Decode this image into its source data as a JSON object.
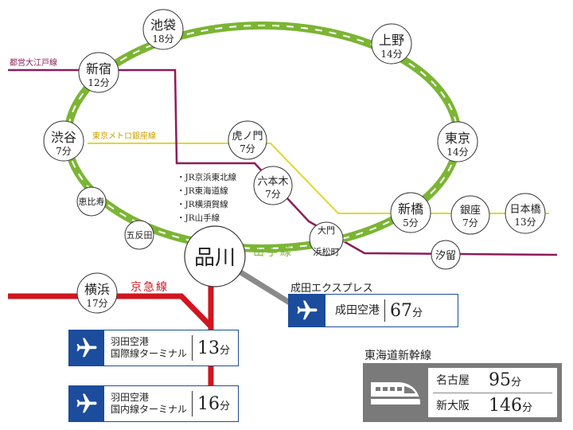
{
  "stations": {
    "ikebukuro": {
      "name": "池袋",
      "time": "18分"
    },
    "ueno": {
      "name": "上野",
      "time": "14分"
    },
    "shinjuku": {
      "name": "新宿",
      "time": "12分"
    },
    "shibuya": {
      "name": "渋谷",
      "time": "7分"
    },
    "tokyo": {
      "name": "東京",
      "time": "14分"
    },
    "toranomon": {
      "name": "虎ノ門",
      "time": "7分"
    },
    "roppongi": {
      "name": "六本木",
      "time": "7分"
    },
    "shimbashi": {
      "name": "新橋",
      "time": "5分"
    },
    "ginza": {
      "name": "銀座",
      "time": "7分"
    },
    "nihombashi": {
      "name": "日本橋",
      "time": "13分"
    },
    "ebisu": {
      "name": "恵比寿"
    },
    "gotanda": {
      "name": "五反田"
    },
    "daimon": {
      "name": "大門"
    },
    "hamamatsucho": {
      "name": "浜松町"
    },
    "shiodome": {
      "name": "汐留"
    },
    "shinagawa": {
      "name": "品川"
    },
    "yokohama": {
      "name": "横浜",
      "time": "17分"
    }
  },
  "lines": {
    "oedo": "都営大江戸線",
    "ginza": "東京メトロ銀座線",
    "yamanote": "山手線",
    "keikyu": "京急線"
  },
  "jr_lines": [
    "・JR京浜東北線",
    "・JR東海道線",
    "・JR横須賀線",
    "・JR山手線"
  ],
  "narita": {
    "title": "成田エクスプレス",
    "airport": "成田空港",
    "time": "67",
    "unit": "分"
  },
  "haneda_intl": {
    "line1": "羽田空港",
    "line2": "国際線ターミナル",
    "time": "13",
    "unit": "分"
  },
  "haneda_dom": {
    "line1": "羽田空港",
    "line2": "国内線ターミナル",
    "time": "16",
    "unit": "分"
  },
  "shinkansen": {
    "title": "東海道新幹線",
    "rows": [
      {
        "dest": "名古屋",
        "time": "95",
        "unit": "分"
      },
      {
        "dest": "新大阪",
        "time": "146",
        "unit": "分"
      }
    ]
  },
  "colors": {
    "yamanote": "#7bb534",
    "oedo": "#8c1c5a",
    "ginza": "#e0d830",
    "keikyu": "#d0161f",
    "narex": "#8a8a8a",
    "airport": "#1c4c9c"
  }
}
